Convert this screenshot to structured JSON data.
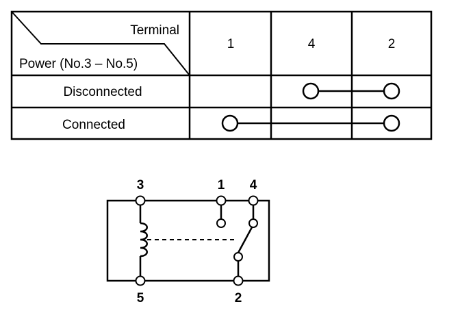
{
  "table": {
    "header_terminal": "Terminal",
    "header_power": "Power (No.3 – No.5)",
    "columns": [
      "1",
      "4",
      "2"
    ],
    "rows": [
      {
        "label": "Disconnected",
        "continuity": [
          "4",
          "2"
        ]
      },
      {
        "label": "Connected",
        "continuity": [
          "1",
          "2"
        ]
      }
    ]
  },
  "diagram": {
    "terminal_labels": {
      "t3": "3",
      "t1": "1",
      "t4": "4",
      "t5": "5",
      "t2": "2"
    }
  }
}
